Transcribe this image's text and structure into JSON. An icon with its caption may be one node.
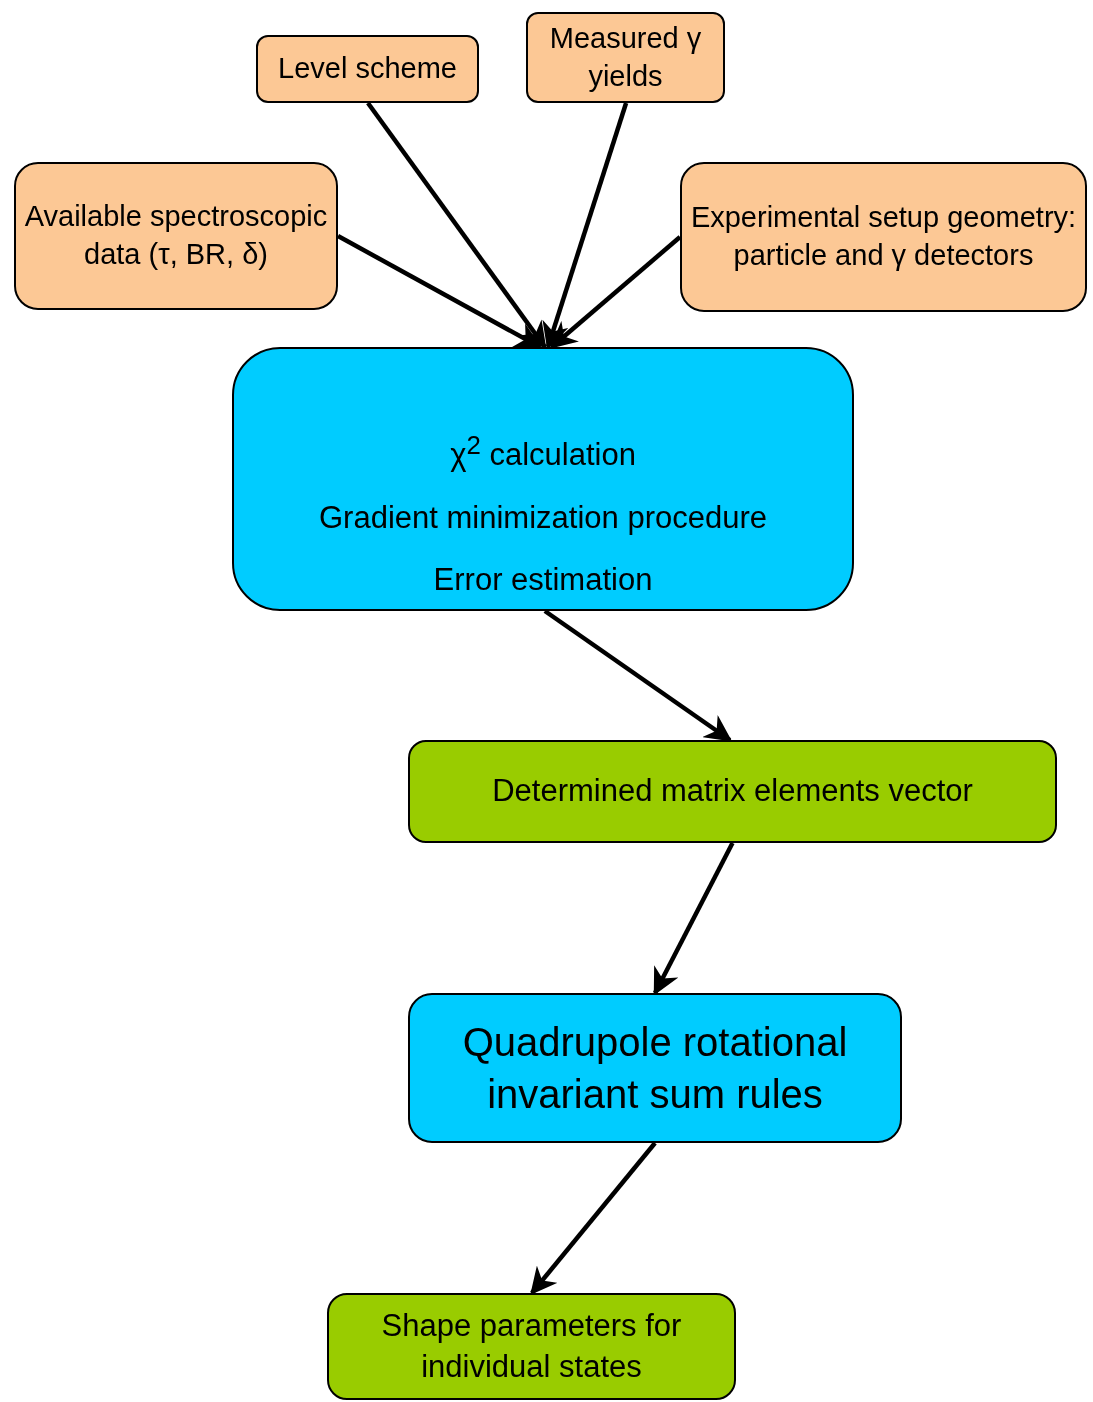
{
  "diagram": {
    "nodes": [
      {
        "text": [
          "Level scheme"
        ]
      },
      {
        "text": [
          "Measured γ yields"
        ]
      },
      {
        "text": [
          "Available spectroscopic data (τ, BR, δ)"
        ]
      },
      {
        "text": [
          "Experimental setup geometry: particle and γ detectors"
        ]
      },
      {
        "text": [
          "χ$^{2}$ calculation",
          "Gradient minimization procedure",
          "Error estimation"
        ]
      },
      {
        "text": [
          "Determined matrix elements vector"
        ]
      },
      {
        "text": [
          "Quadrupole rotational invariant sum rules"
        ]
      },
      {
        "text": [
          "Shape parameters for individual states"
        ]
      }
    ],
    "edges": [
      {
        "from": 0,
        "to": 4,
        "arrow": "to"
      },
      {
        "from": 1,
        "to": 4,
        "arrow": "to"
      },
      {
        "from": 2,
        "to": 4,
        "arrow": "to"
      },
      {
        "from": 3,
        "to": 4,
        "arrow": "to"
      },
      {
        "from": 4,
        "to": 5,
        "arrow": "to"
      },
      {
        "from": 5,
        "to": 6,
        "arrow": "to"
      },
      {
        "from": 6,
        "to": 7,
        "arrow": "to"
      }
    ]
  }
}
